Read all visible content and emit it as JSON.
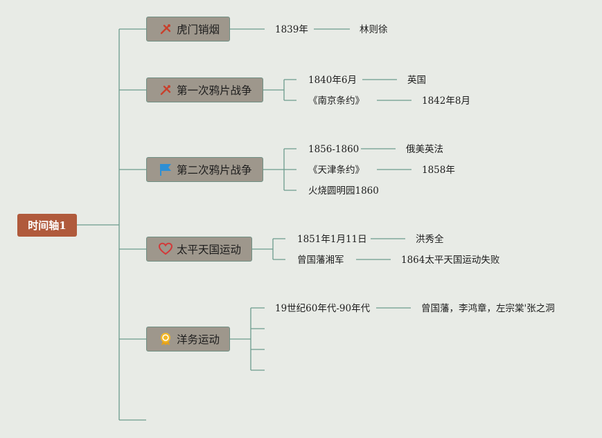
{
  "root": {
    "label": "时间轴1"
  },
  "topics": [
    {
      "label": "虎门销烟",
      "icon": "tools-icon",
      "items": [
        [
          "1839年",
          "林则徐"
        ]
      ]
    },
    {
      "label": "第一次鸦片战争",
      "icon": "tools-icon",
      "items": [
        [
          "1840年6月",
          "英国"
        ],
        [
          "《南京条约》",
          "1842年8月"
        ]
      ]
    },
    {
      "label": "第二次鸦片战争",
      "icon": "flag-icon",
      "items": [
        [
          "1856-1860",
          "俄美英法"
        ],
        [
          "《天津条约》",
          "1858年"
        ],
        [
          "火烧圆明园1860"
        ]
      ]
    },
    {
      "label": "太平天国运动",
      "icon": "heart-icon",
      "items": [
        [
          "1851年1月11日",
          "洪秀全"
        ],
        [
          "曾国藩湘军",
          "1864太平天国运动失败"
        ]
      ]
    },
    {
      "label": "洋务运动",
      "icon": "medal-icon",
      "items": [
        [
          "19世纪60年代-90年代",
          "曾国藩，李鸿章，左宗棠'张之洞"
        ]
      ]
    }
  ],
  "colors": {
    "line": "#6b9b8c",
    "root": "#b05a3c",
    "topic": "#9e978c",
    "background": "#e8ebe6"
  }
}
